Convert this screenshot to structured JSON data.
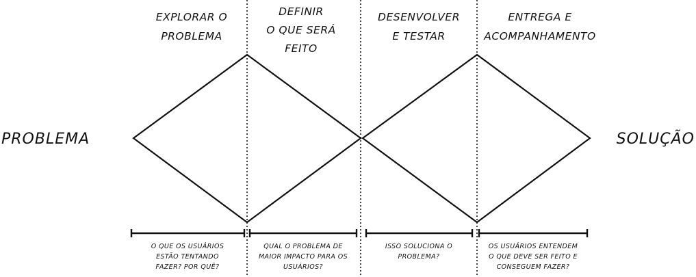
{
  "left_label": "PROBLEMA",
  "right_label": "SOLUÇÃO",
  "phases": [
    {
      "lines": [
        "EXPLORAR O",
        "PROBLEMA"
      ]
    },
    {
      "lines": [
        "DEFINIR",
        "O QUE SERÁ",
        "FEITO"
      ]
    },
    {
      "lines": [
        "DESENVOLVER",
        "E TESTAR"
      ]
    },
    {
      "lines": [
        "ENTREGA E",
        "ACOMPANHAMENTO"
      ]
    }
  ],
  "questions": [
    {
      "lines": [
        "O QUE OS USUÁRIOS",
        "ESTÃO TENTANDO",
        "FAZER? POR QUÊ?"
      ]
    },
    {
      "lines": [
        "QUAL O PROBLEMA DE",
        "MAIOR IMPACTO PARA OS",
        "USUÁRIOS?"
      ]
    },
    {
      "lines": [
        "ISSO SOLUCIONA O",
        "PROBLEMA?"
      ]
    },
    {
      "lines": [
        "OS USUÁRIOS ENTENDEM",
        "O QUE DEVE SER FEITO E",
        "CONSEGUEM FAZER?"
      ]
    }
  ]
}
